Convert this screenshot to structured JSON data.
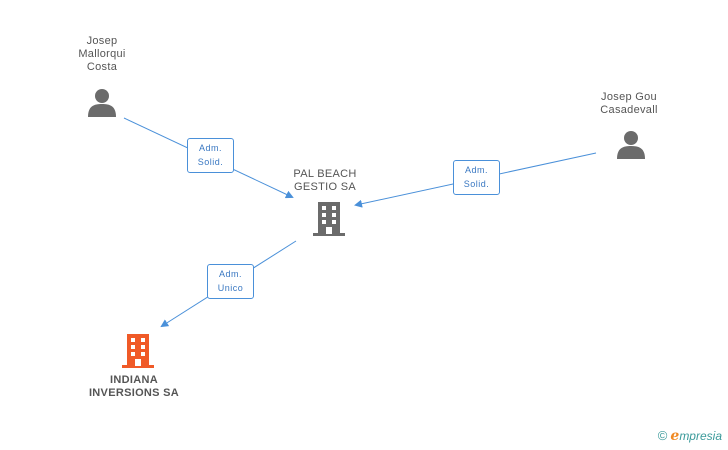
{
  "nodes": {
    "josep_mallorqui": {
      "label_lines": [
        "Josep",
        "Mallorqui",
        "Costa"
      ],
      "type": "person",
      "icon": "person-icon",
      "color": "#6b6b6b"
    },
    "josep_gou": {
      "label_lines": [
        "Josep Gou",
        "Casadevall"
      ],
      "type": "person",
      "icon": "person-icon",
      "color": "#6b6b6b"
    },
    "pal_beach": {
      "label_lines": [
        "PAL BEACH",
        "GESTIO SA"
      ],
      "type": "company",
      "icon": "building-icon",
      "color": "#6b6b6b"
    },
    "indiana": {
      "label_lines": [
        "INDIANA",
        "INVERSIONS SA"
      ],
      "type": "company",
      "icon": "building-icon",
      "color": "#f05a28"
    }
  },
  "edges": [
    {
      "from": "josep_mallorqui",
      "to": "pal_beach",
      "label_lines": [
        "Adm.",
        "Solid."
      ]
    },
    {
      "from": "josep_gou",
      "to": "pal_beach",
      "label_lines": [
        "Adm.",
        "Solid."
      ]
    },
    {
      "from": "pal_beach",
      "to": "indiana",
      "label_lines": [
        "Adm.",
        "Unico"
      ]
    }
  ],
  "colors": {
    "edge": "#4a90d9",
    "accent": "#f08a24"
  },
  "footer": {
    "copyright": "©",
    "brand_initial": "e",
    "brand_rest": "mpresia"
  }
}
